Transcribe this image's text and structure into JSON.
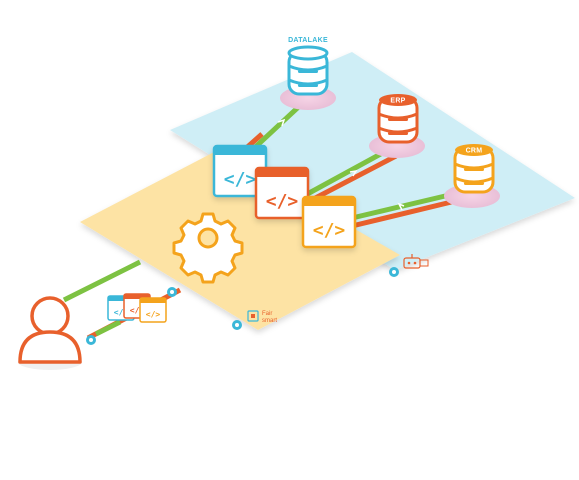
{
  "databases": {
    "datalake": {
      "label": "DATALAKE",
      "color": "#3ab7d8"
    },
    "erp": {
      "label": "ERP",
      "color": "#e8602c"
    },
    "crm": {
      "label": "CRM",
      "color": "#f4a31c"
    }
  },
  "brand": {
    "line1": "Fair",
    "line2": "smart"
  },
  "colors": {
    "back_plane": "#cfeef6",
    "front_plane": "#fde3a4",
    "link_green": "#7dc242",
    "link_orange": "#e8602c",
    "connector": "#3ab7d8",
    "user": "#e8602c"
  },
  "icons": [
    "database-icon",
    "code-window-icon",
    "gear-icon",
    "user-icon",
    "connector-icon",
    "brand-logo-icon",
    "robot-icon"
  ]
}
